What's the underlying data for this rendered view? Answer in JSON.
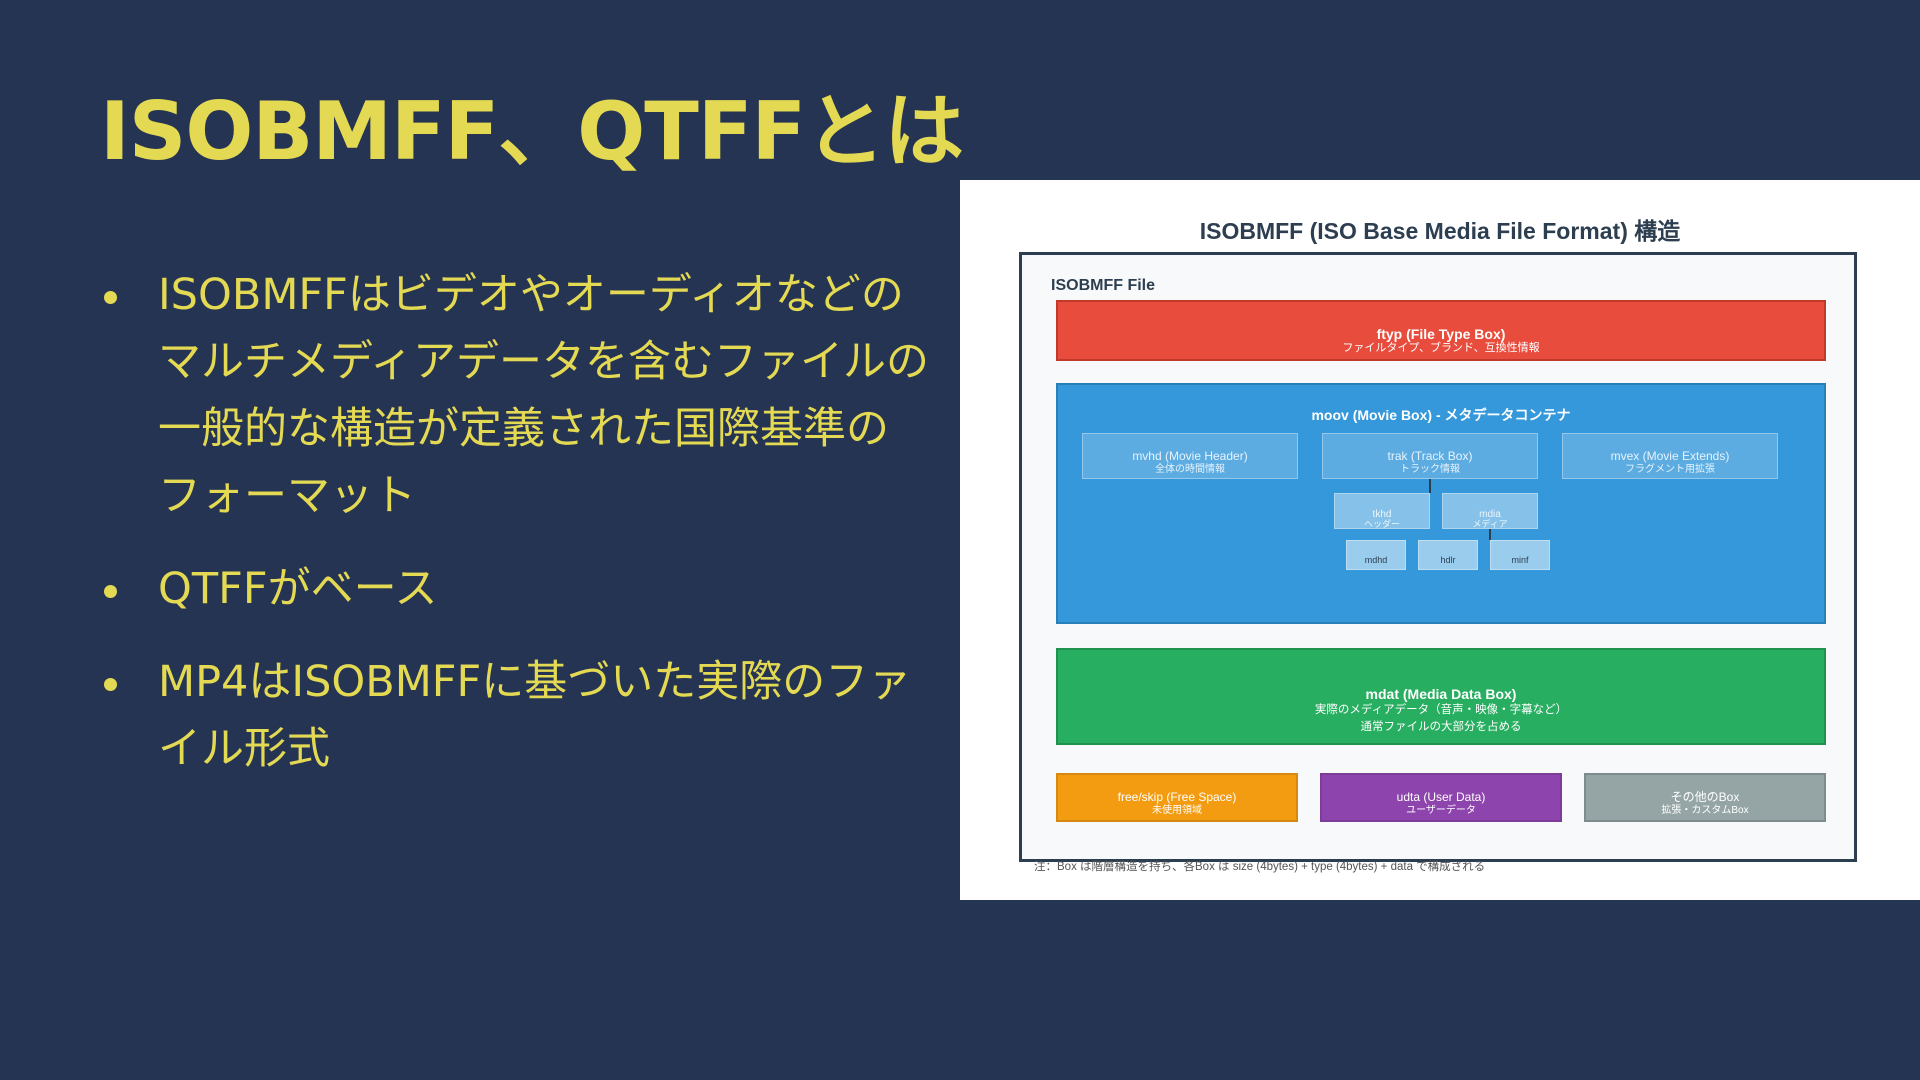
{
  "slide": {
    "title": "ISOBMFF、QTFFとは",
    "bullets": [
      "ISOBMFFはビデオやオーディオなどのマルチメディアデータを含むファイルの一般的な構造が定義された国際基準のフォーマット",
      "QTFFがベース",
      "MP4はISOBMFFに基づいた実際のファイル形式"
    ]
  },
  "diagram": {
    "title": "ISOBMFF (ISO Base Media File Format) 構造",
    "file_label": "ISOBMFF File",
    "ftyp": {
      "title": "ftyp (File Type Box)",
      "sub": "ファイルタイプ、ブランド、互換性情報"
    },
    "moov": {
      "title": "moov (Movie Box) - メタデータコンテナ",
      "mvhd": {
        "title": "mvhd (Movie Header)",
        "sub": "全体の時間情報"
      },
      "trak": {
        "title": "trak (Track Box)",
        "sub": "トラック情報"
      },
      "mvex": {
        "title": "mvex (Movie Extends)",
        "sub": "フラグメント用拡張"
      },
      "tkhd": {
        "title": "tkhd",
        "sub": "ヘッダー"
      },
      "mdia": {
        "title": "mdia",
        "sub": "メディア"
      },
      "mdhd": "mdhd",
      "hdlr": "hdlr",
      "minf": "minf"
    },
    "mdat": {
      "title": "mdat (Media Data Box)",
      "sub1": "実際のメディアデータ（音声・映像・字幕など）",
      "sub2": "通常ファイルの大部分を占める"
    },
    "free": {
      "title": "free/skip (Free Space)",
      "sub": "未使用領域"
    },
    "udta": {
      "title": "udta (User Data)",
      "sub": "ユーザーデータ"
    },
    "other": {
      "title": "その他のBox",
      "sub": "拡張・カスタムBox"
    },
    "footnote": "注：Box は階層構造を持ち、各Box は size (4bytes) + type (4bytes) + data で構成される"
  },
  "colors": {
    "background": "#253453",
    "accent": "#e4d953",
    "ftyp": "#e74c3c",
    "moov": "#3498db",
    "mdat": "#27ae60",
    "free": "#f39c12",
    "udta": "#8e44ad",
    "other": "#95a5a6"
  }
}
